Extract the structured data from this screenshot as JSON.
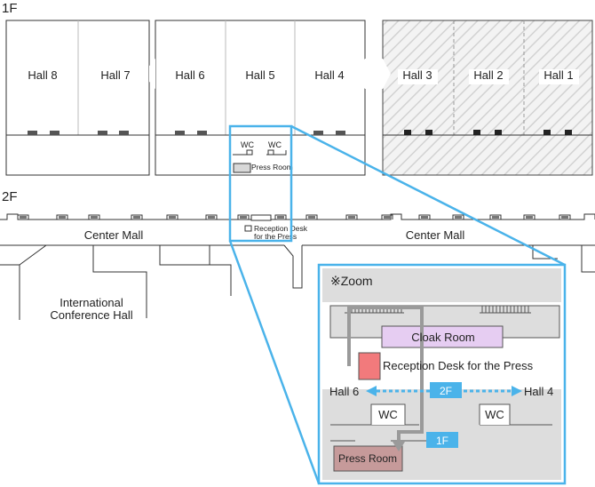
{
  "floors": {
    "first": "1F",
    "second": "2F"
  },
  "halls": [
    "Hall 8",
    "Hall 7",
    "Hall 6",
    "Hall 5",
    "Hall 4",
    "Hall 3",
    "Hall 2",
    "Hall 1"
  ],
  "rooms": {
    "wc": "WC",
    "press_room": "Press Room",
    "reception_line1": "Reception Desk",
    "reception_line2": "for the Press"
  },
  "mall": {
    "center_left": "Center Mall",
    "center_right": "Center Mall"
  },
  "conference": {
    "line1": "International",
    "line2": "Conference Hall"
  },
  "zoom": {
    "title": "※Zoom",
    "cloak_room": "Cloak Room",
    "reception": "Reception Desk for the Press",
    "hall_left": "Hall 6",
    "hall_right": "Hall 4",
    "floor_2f": "2F",
    "floor_1f": "1F",
    "wc_left": "WC",
    "wc_right": "WC",
    "press_room": "Press Room"
  },
  "colors": {
    "highlight_blue": "#4ab3ea",
    "cloak_room": "#e6cdf2",
    "reception_desk": "#f27a7c",
    "press_room": "#c69a9a",
    "route_gray": "#9a9a9a"
  }
}
